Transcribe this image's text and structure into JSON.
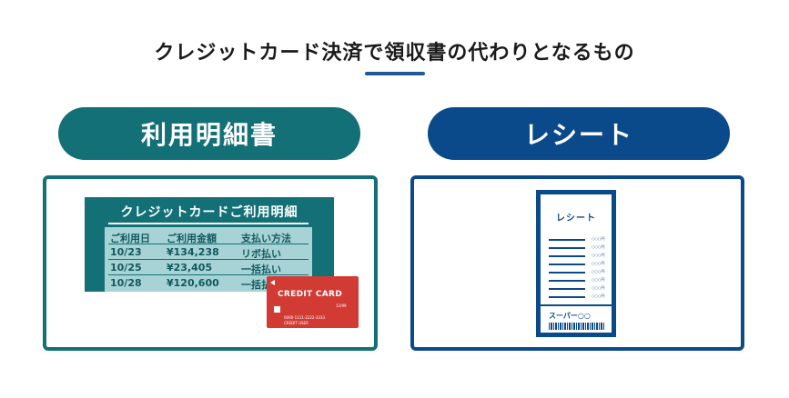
{
  "title": "クレジットカード決済で領収書の代わりとなるもの",
  "colors": {
    "teal": "#137076",
    "navy": "#0b4a8a",
    "card_red": "#d23b34",
    "table_bg": "#a8d3d6"
  },
  "left": {
    "label": "利用明細書",
    "statement": {
      "title": "クレジットカードご利用明細",
      "columns": [
        "ご利用日",
        "ご利用金額",
        "支払い方法"
      ],
      "rows": [
        [
          "10/23",
          "¥134,238",
          "リボ払い"
        ],
        [
          "10/25",
          "¥23,405",
          "一括払い"
        ],
        [
          "10/28",
          "¥120,600",
          "一括払い"
        ]
      ]
    },
    "card": {
      "label": "CREDIT CARD",
      "expiry": "12/99",
      "number": "0000-1111-2222-3333",
      "user": "CREDIT USER"
    }
  },
  "right": {
    "label": "レシート",
    "receipt": {
      "title": "レシート",
      "amounts": [
        "○○○円",
        "○○○円",
        "○○○円",
        "○○○円",
        "○○○円",
        "○○○円",
        "○○○円",
        "○○○円"
      ],
      "store": "スーパー○○"
    }
  }
}
